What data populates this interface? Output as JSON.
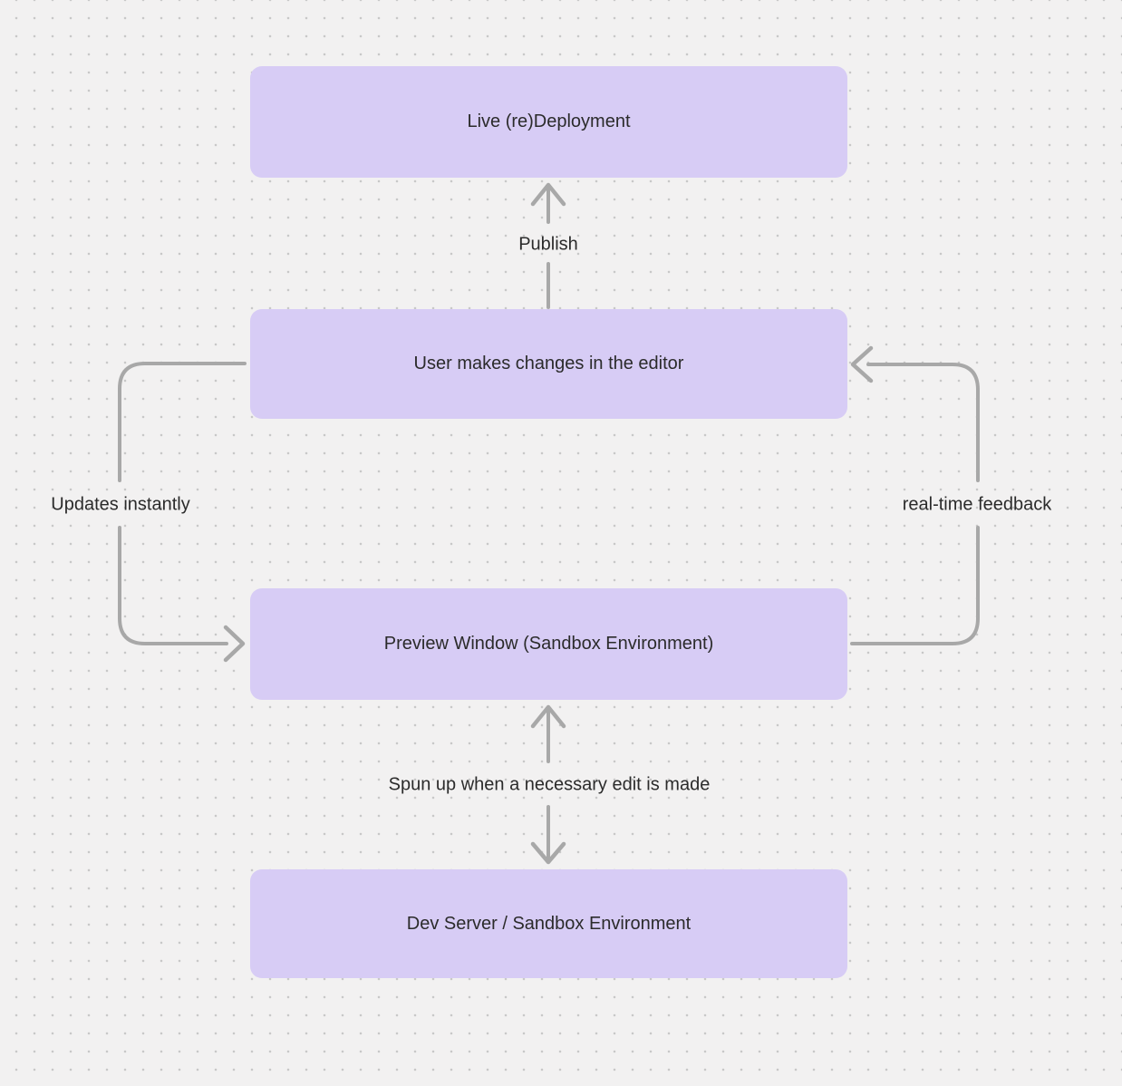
{
  "diagram": {
    "nodes": [
      {
        "id": "live-redeployment",
        "label": "Live (re)Deployment"
      },
      {
        "id": "user-editor",
        "label": "User makes changes in the editor"
      },
      {
        "id": "preview-window",
        "label": "Preview Window (Sandbox Environment)"
      },
      {
        "id": "dev-server",
        "label": "Dev Server / Sandbox Environment"
      }
    ],
    "edges": [
      {
        "from": "user-editor",
        "to": "live-redeployment",
        "label": "Publish",
        "direction": "up"
      },
      {
        "from": "user-editor",
        "to": "preview-window",
        "label": "Updates instantly",
        "direction": "left-loop-down"
      },
      {
        "from": "preview-window",
        "to": "user-editor",
        "label": "real-time feedback",
        "direction": "right-loop-up"
      },
      {
        "from": "preview-window",
        "to": "dev-server",
        "label": "Spun up when a necessary edit is made",
        "direction": "bidirectional"
      }
    ],
    "colors": {
      "node_fill": "#d7ccf5",
      "edge": "#a8a8a8",
      "text": "#2b2b2b",
      "background": "#f2f1f1",
      "dot": "#c8c8c8"
    }
  }
}
